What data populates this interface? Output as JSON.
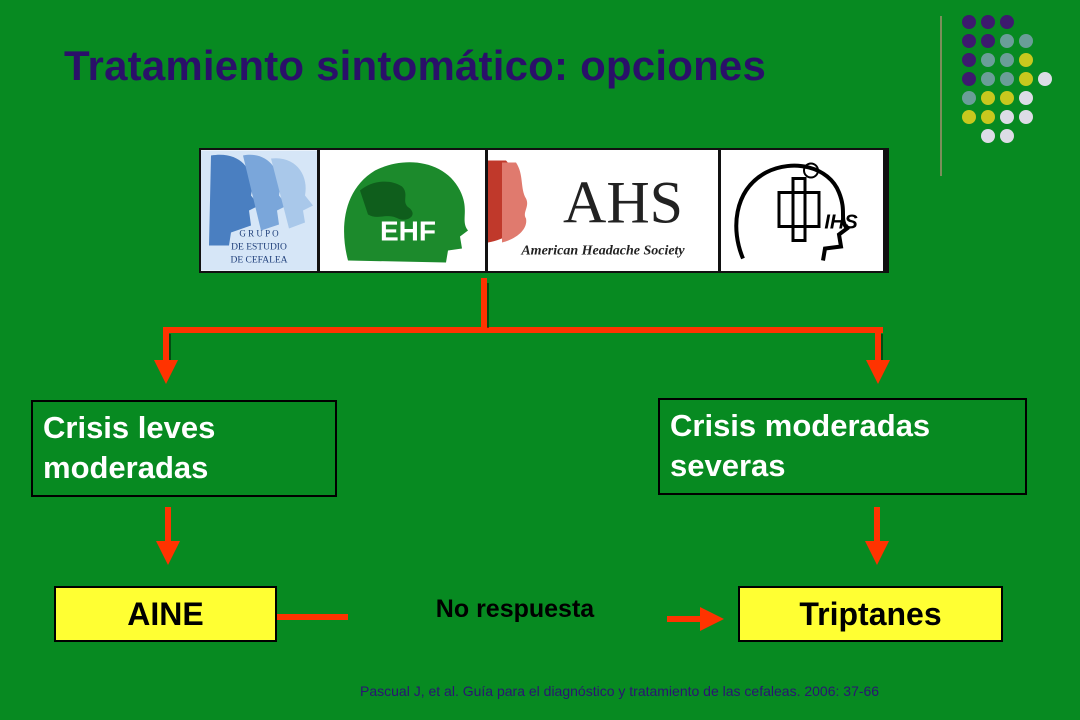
{
  "title": "Tratamiento sintomático: opciones",
  "logos": [
    {
      "name": "grupo-estudio-cefalea",
      "lines": [
        "G R U P O",
        "DE ESTUDIO",
        "DE CEFALEA"
      ]
    },
    {
      "name": "ehf",
      "text": "EHF"
    },
    {
      "name": "ahs",
      "text": "AHS",
      "subtext": "American Headache Society"
    },
    {
      "name": "ihs",
      "text": "IHS"
    }
  ],
  "boxes": {
    "left": {
      "line1": "Crisis leves",
      "line2": "moderadas"
    },
    "right": {
      "line1": "Crisis moderadas",
      "line2": "severas"
    }
  },
  "treatments": {
    "left": "AINE",
    "right": "Triptanes"
  },
  "no_response": "No respuesta",
  "citation": "Pascual J, et al. Guía para el diagnóstico y tratamiento de las cefaleas. 2006: 37-66",
  "colors": {
    "background": "#078a21",
    "title": "#2a1069",
    "arrow": "#ff3300",
    "highlight_box": "#ffff33",
    "dot_purple": "#3d1a6e",
    "dot_teal": "#6a9e98",
    "dot_yellow": "#c8c81e",
    "dot_light": "#dcdce6"
  }
}
